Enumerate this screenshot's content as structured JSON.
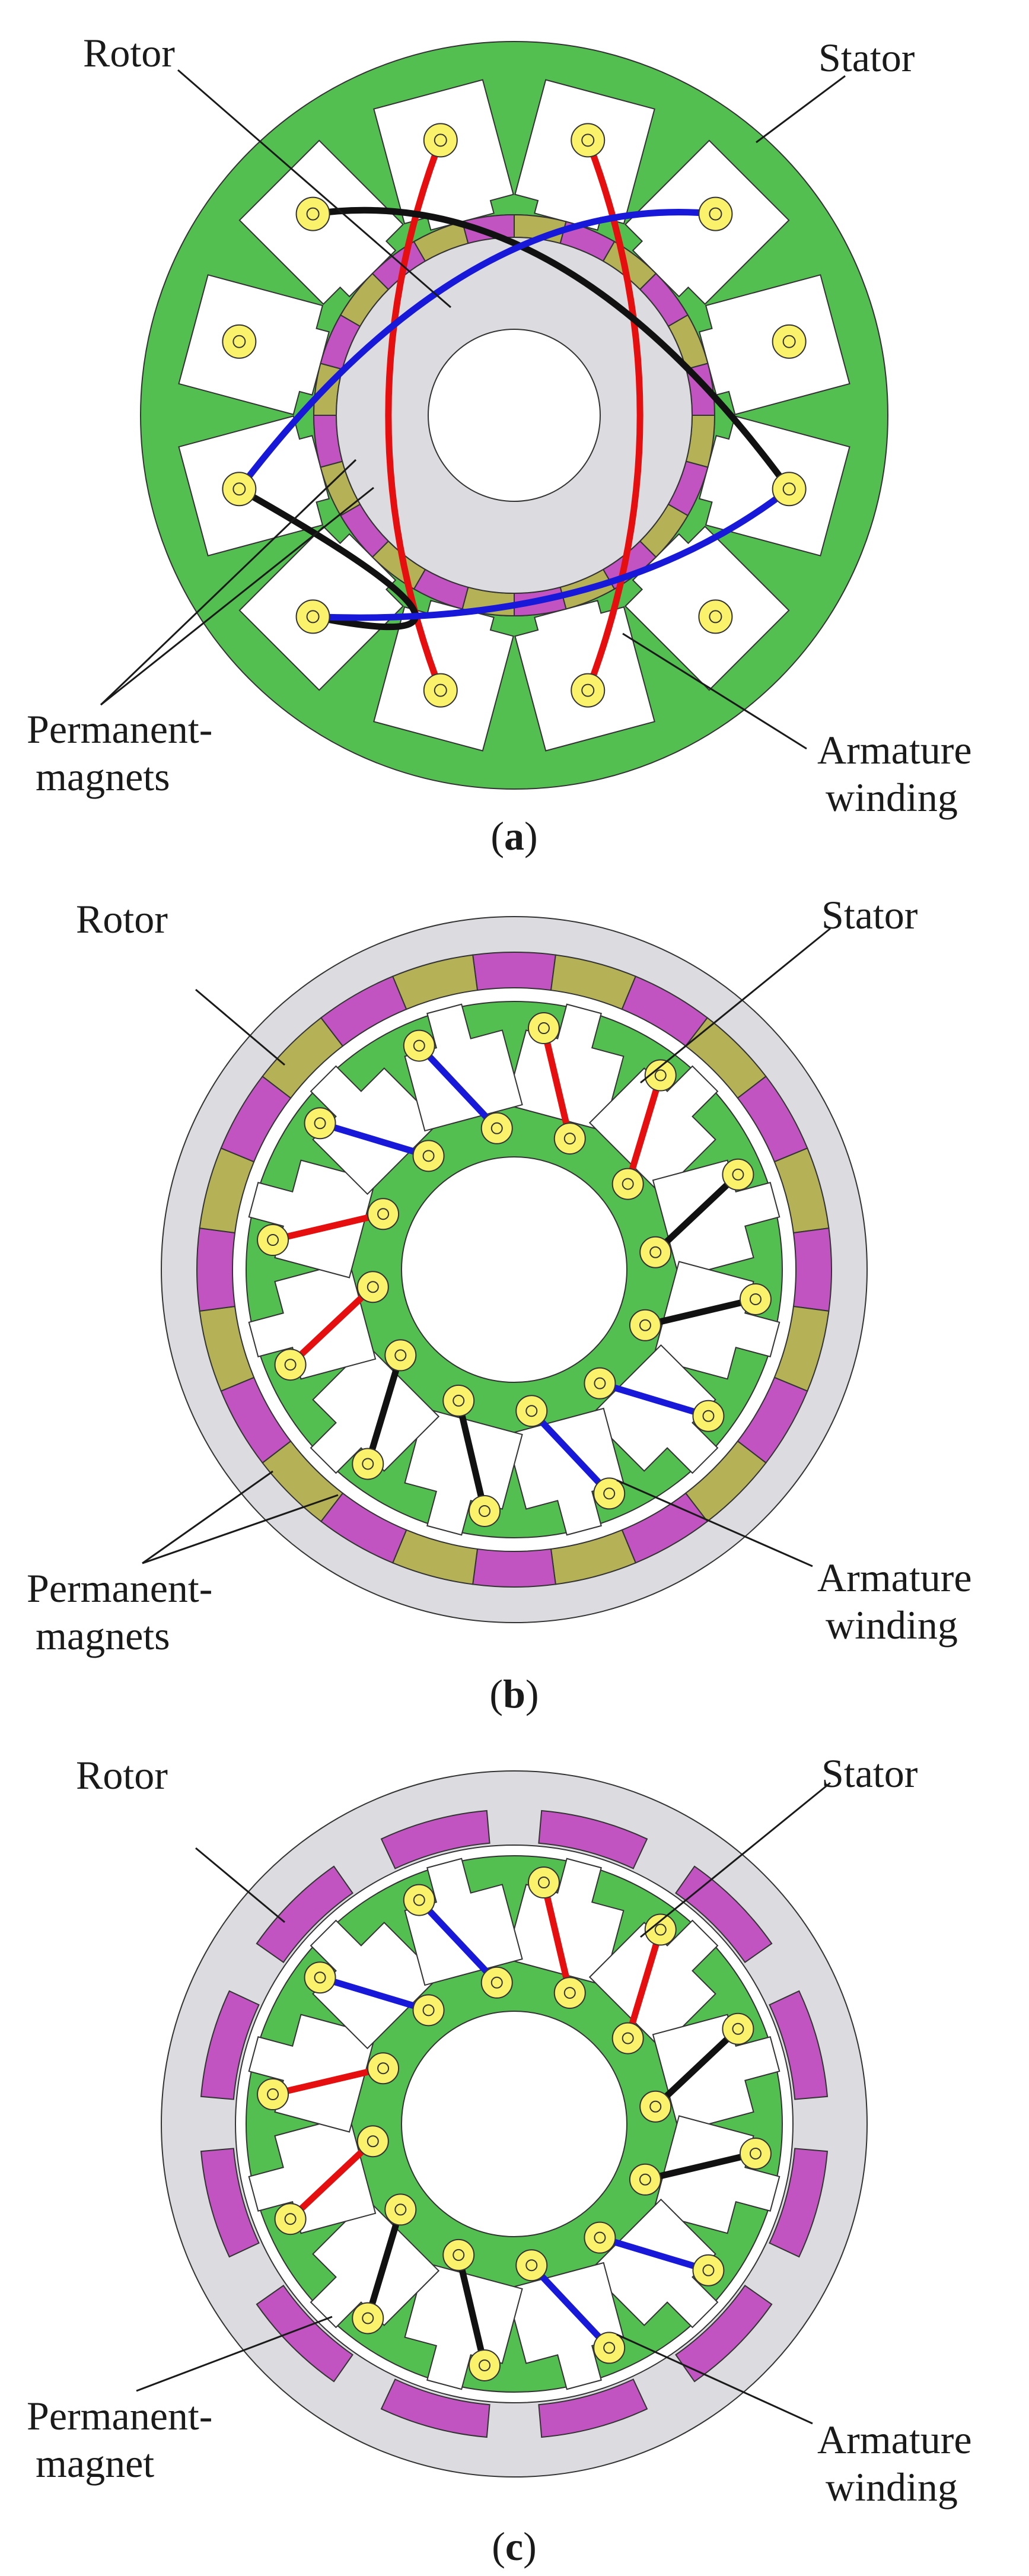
{
  "colors": {
    "stator": "#52bf50",
    "rotor": "#dcdbdf",
    "magnet_purple": "#c154c1",
    "magnet_olive": "#b5b156",
    "conductor": "#fbf26c",
    "phase_a": "#e60f0f",
    "phase_b": "#1818d8",
    "phase_c": "#111111",
    "outline": "#333333",
    "slot": "#ffffff"
  },
  "panels": [
    {
      "id": "a",
      "caption_open": "(",
      "caption_letter": "a",
      "caption_close": ")",
      "labels": {
        "rotor": "Rotor",
        "stator": "Stator",
        "magnets_line1": "Permanent-",
        "magnets_line2": "magnets",
        "winding_line1": "Armature",
        "winding_line2": "winding"
      }
    },
    {
      "id": "b",
      "caption_open": "(",
      "caption_letter": "b",
      "caption_close": ")",
      "labels": {
        "rotor": "Rotor",
        "stator": "Stator",
        "magnets_line1": "Permanent-",
        "magnets_line2": "magnets",
        "winding_line1": "Armature",
        "winding_line2": "winding"
      }
    },
    {
      "id": "c",
      "caption_open": "(",
      "caption_letter": "c",
      "caption_close": ")",
      "labels": {
        "rotor": "Rotor",
        "stator": "Stator",
        "magnets_line1": "Permanent-",
        "magnets_line2": "magnet",
        "winding_line1": "Armature",
        "winding_line2": "winding"
      }
    }
  ]
}
